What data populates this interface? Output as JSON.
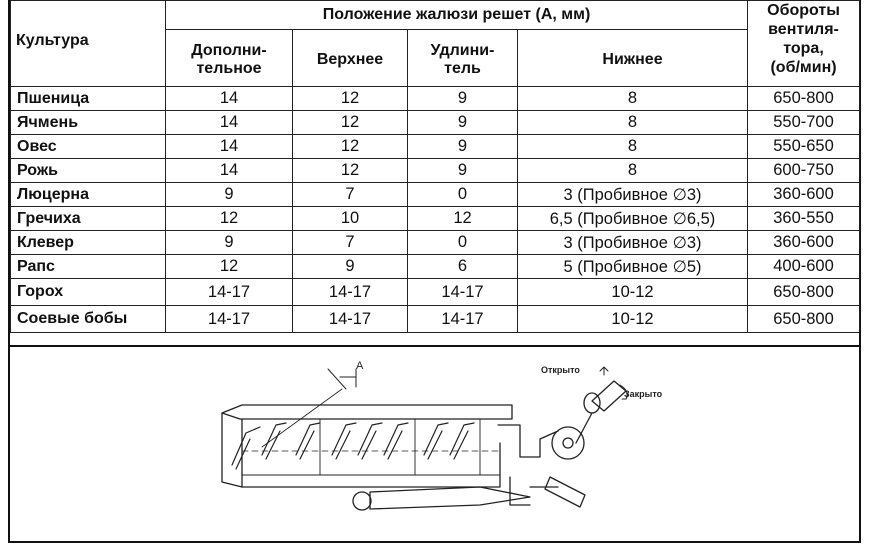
{
  "table": {
    "header": {
      "crop": "Культура",
      "group": "Положение жалюзи решет (А, мм)",
      "fan_speed": [
        "Обороты",
        "вентиля-",
        "тора,",
        "(об/мин)"
      ],
      "sub": [
        [
          "Дополни-",
          "тельное"
        ],
        [
          "Верхнее"
        ],
        [
          "Удлини-",
          "тель"
        ],
        [
          "Нижнее"
        ]
      ]
    },
    "rows": [
      {
        "crop": "Пшеница",
        "extra": "14",
        "upper": "12",
        "extender": "9",
        "lower": "8",
        "fan": "650-800"
      },
      {
        "crop": "Ячмень",
        "extra": "14",
        "upper": "12",
        "extender": "9",
        "lower": "8",
        "fan": "550-700"
      },
      {
        "crop": "Овес",
        "extra": "14",
        "upper": "12",
        "extender": "9",
        "lower": "8",
        "fan": "550-650"
      },
      {
        "crop": "Рожь",
        "extra": "14",
        "upper": "12",
        "extender": "9",
        "lower": "8",
        "fan": "600-750"
      },
      {
        "crop": "Люцерна",
        "extra": "9",
        "upper": "7",
        "extender": "0",
        "lower": "3 (Пробивное ∅3)",
        "fan": "360-600"
      },
      {
        "crop": "Гречиха",
        "extra": "12",
        "upper": "10",
        "extender": "12",
        "lower": "6,5 (Пробивное ∅6,5)",
        "fan": "360-550"
      },
      {
        "crop": "Клевер",
        "extra": "9",
        "upper": "7",
        "extender": "0",
        "lower": "3 (Пробивное ∅3)",
        "fan": "360-600"
      },
      {
        "crop": "Рапс",
        "extra": "12",
        "upper": "9",
        "extender": "6",
        "lower": "5 (Пробивное ∅5)",
        "fan": "400-600"
      },
      {
        "crop": "Горох",
        "extra": "14-17",
        "upper": "14-17",
        "extender": "14-17",
        "lower": "10-12",
        "fan": "650-800"
      },
      {
        "crop": "Соевые бобы",
        "extra": "14-17",
        "upper": "14-17",
        "extender": "14-17",
        "lower": "10-12",
        "fan": "650-800"
      }
    ]
  },
  "diagram": {
    "label_a": "А",
    "label_open": "Открыто",
    "label_closed": "Закрыто"
  }
}
